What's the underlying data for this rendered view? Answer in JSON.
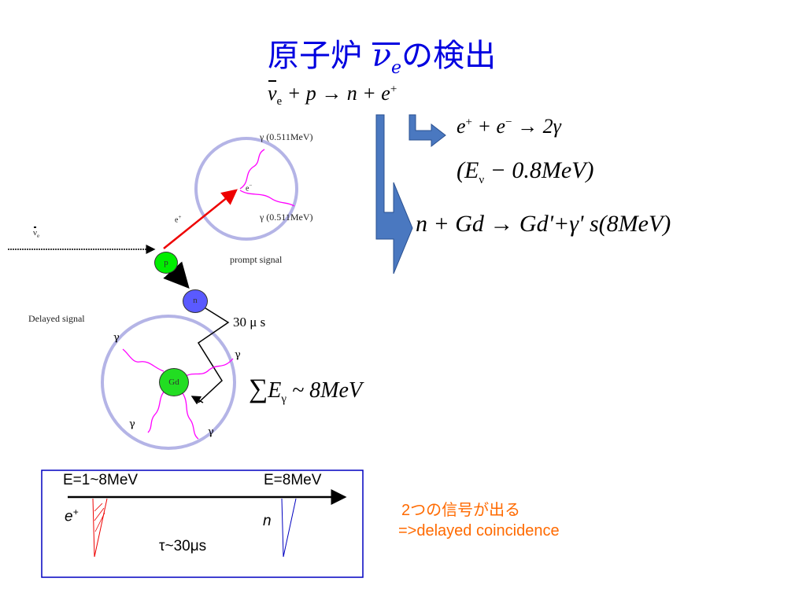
{
  "title": {
    "prefix": "原子炉",
    "nu": "ν",
    "nu_sub": "e",
    "suffix": "の検出"
  },
  "reaction": {
    "nu": "ν",
    "nu_sub": "e",
    "rest": " + p → n + e",
    "sup": "+"
  },
  "annihilation": {
    "lhs": "e",
    "sup1": "+",
    "mid": " + e",
    "sup2": "−",
    "rhs": " → 2γ"
  },
  "energy_prompt": {
    "open": "(E",
    "sub": "ν",
    "rest": " − 0.8MeV)"
  },
  "capture": {
    "text": "n + Gd → Gd'+γ' s(8MeV)"
  },
  "sum_energy": {
    "sigma": "∑",
    "e": "E",
    "sub": "γ",
    "rest": " ~ 8MeV"
  },
  "labels": {
    "gamma_top": "γ (0.511MeV)",
    "gamma_mid": "γ (0.511MeV)",
    "electron": "e",
    "electron_sup": "−",
    "positron": "e",
    "positron_sup": "+",
    "antineutrino": "ν",
    "antineutrino_sub": "e",
    "prompt_signal": "prompt signal",
    "delayed_signal": "Delayed signal",
    "time_delay": "30 μ s",
    "gamma_a": "γ",
    "gamma_b": "γ",
    "gamma_c": "γ",
    "gamma_d": "γ"
  },
  "particles": {
    "proton": "p",
    "neutron": "n",
    "gadolinium": "Gd"
  },
  "timing_box": {
    "e_label": "E=1~8MeV",
    "n_label": "E=8MeV",
    "positron": "e",
    "positron_sup": "+",
    "neutron": "n",
    "tau": "τ~30μs"
  },
  "note": {
    "line1": "2つの信号が出る",
    "line2": "=>delayed coincidence"
  },
  "colors": {
    "title": "#0000e0",
    "arrow_blue": "#4a78c0",
    "circle": "#b4b4e6",
    "photon": "#ff00ff",
    "positron_track": "#ee0000",
    "proton": "#00ee00",
    "neutron": "#5a5aff",
    "gadolinium": "#22dd22",
    "box": "#0000c0",
    "note": "#ff6a00"
  }
}
